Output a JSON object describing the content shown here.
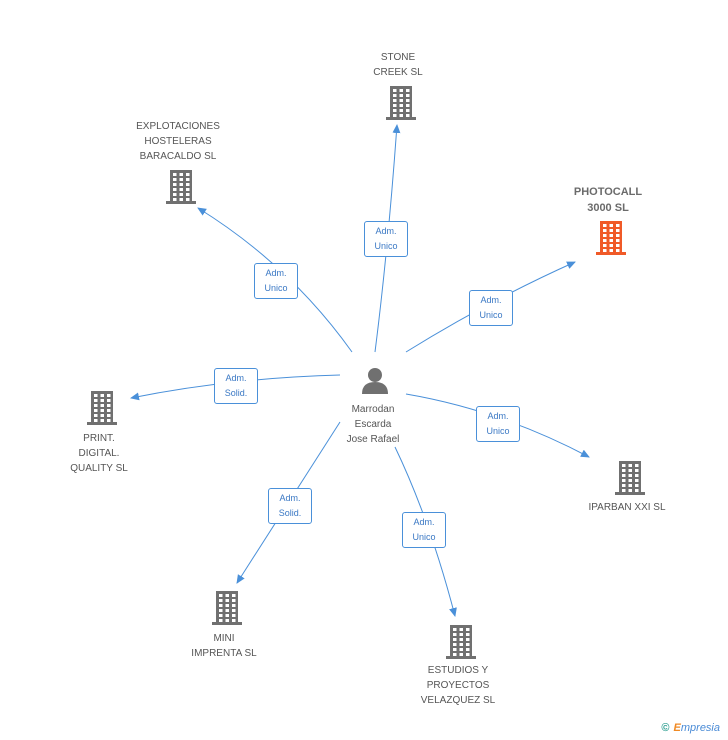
{
  "colors": {
    "edge": "#4a90d9",
    "company": "#707070",
    "highlight": "#f05a28",
    "person": "#707070"
  },
  "center": {
    "name_lines": [
      "Marrodan",
      "Escarda",
      "Jose Rafael"
    ],
    "icon": "person-icon"
  },
  "nodes": [
    {
      "id": "stone",
      "name_lines": [
        "STONE",
        "CREEK SL"
      ],
      "icon": "building-icon",
      "highlight": false
    },
    {
      "id": "explotaciones",
      "name_lines": [
        "EXPLOTACIONES",
        "HOSTELERAS",
        "BARACALDO  SL"
      ],
      "icon": "building-icon",
      "highlight": false
    },
    {
      "id": "photocall",
      "name_lines": [
        "PHOTOCALL",
        "3000 SL"
      ],
      "icon": "building-icon",
      "highlight": true
    },
    {
      "id": "print",
      "name_lines": [
        "PRINT.",
        "DIGITAL.",
        "QUALITY SL"
      ],
      "icon": "building-icon",
      "highlight": false
    },
    {
      "id": "iparban",
      "name_lines": [
        "IPARBAN XXI SL"
      ],
      "icon": "building-icon",
      "highlight": false
    },
    {
      "id": "mini",
      "name_lines": [
        "MINI",
        "IMPRENTA SL"
      ],
      "icon": "building-icon",
      "highlight": false
    },
    {
      "id": "estudios",
      "name_lines": [
        "ESTUDIOS Y",
        "PROYECTOS",
        "VELAZQUEZ SL"
      ],
      "icon": "building-icon",
      "highlight": false
    }
  ],
  "edges": [
    {
      "to": "stone",
      "label_lines": [
        "Adm.",
        "Unico"
      ]
    },
    {
      "to": "explotaciones",
      "label_lines": [
        "Adm.",
        "Unico"
      ]
    },
    {
      "to": "photocall",
      "label_lines": [
        "Adm.",
        "Unico"
      ]
    },
    {
      "to": "print",
      "label_lines": [
        "Adm.",
        "Solid."
      ]
    },
    {
      "to": "iparban",
      "label_lines": [
        "Adm.",
        "Unico"
      ]
    },
    {
      "to": "mini",
      "label_lines": [
        "Adm.",
        "Solid."
      ]
    },
    {
      "to": "estudios",
      "label_lines": [
        "Adm.",
        "Unico"
      ]
    }
  ],
  "footer": {
    "copyright": "©",
    "brand_first": "E",
    "brand_rest": "mpresia"
  }
}
